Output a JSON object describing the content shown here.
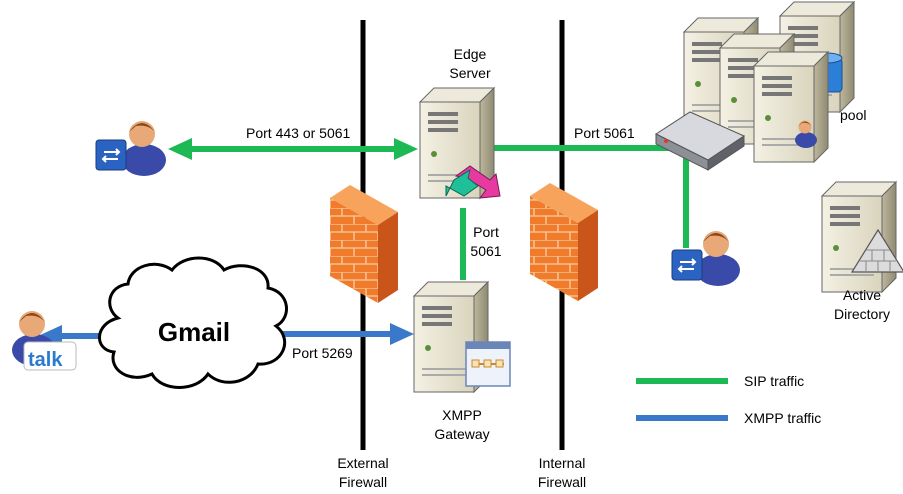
{
  "nodes": {
    "edge_server": {
      "label_line1": "Edge",
      "label_line2": "Server"
    },
    "xmpp_gateway": {
      "label_line1": "XMPP",
      "label_line2": "Gateway"
    },
    "pool": {
      "label": "pool"
    },
    "active_directory": {
      "label_line1": "Active",
      "label_line2": "Directory"
    },
    "gmail": {
      "label": "Gmail"
    },
    "google_talk_logo_text": "talk"
  },
  "firewalls": {
    "external": {
      "label_line1": "External",
      "label_line2": "Firewall"
    },
    "internal": {
      "label_line1": "Internal",
      "label_line2": "Firewall"
    }
  },
  "connections": {
    "external_user": "Port 443 or 5061",
    "internal_pool": "Port 5061",
    "edge_to_gateway_line1": "Port",
    "edge_to_gateway_line2": "5061",
    "gmail_to_gateway": "Port 5269"
  },
  "legend": [
    {
      "label": "SIP traffic",
      "color": "#1db954"
    },
    {
      "label": "XMPP traffic",
      "color": "#3a78c9"
    }
  ],
  "colors": {
    "sip": "#1db954",
    "xmpp": "#3a78c9",
    "firewall": "#f07b2c"
  }
}
